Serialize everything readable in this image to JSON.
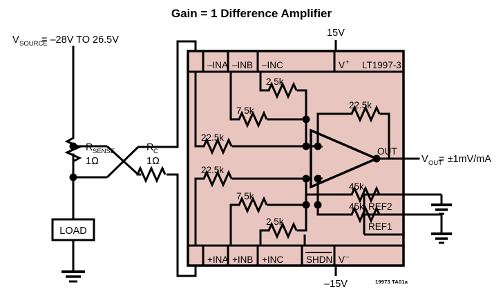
{
  "title": "Gain = 1 Difference Amplifier",
  "figure_code": "19973 TA01a",
  "part": {
    "name": "LT1997-3"
  },
  "source": {
    "label_main": "V",
    "label_sub": "SOURCE",
    "label_value": " = –28V TO 26.5V"
  },
  "supplies": {
    "positive": "15V",
    "negative": "–15V",
    "vplus_pin": "V",
    "vplus_sign": "+",
    "vminus_pin": "V",
    "vminus_sign": "–",
    "shdn_pin": "SHDN"
  },
  "pins": {
    "top": [
      "–INA",
      "–INB",
      "–INC"
    ],
    "bottom": [
      "+INA",
      "+INB",
      "+INC"
    ],
    "output": "OUT",
    "ref2": "REF2",
    "ref1": "REF1"
  },
  "output": {
    "label_main": "V",
    "label_sub": "OUT",
    "label_value": " = ±1mV/mA"
  },
  "external": {
    "rsense_name": "R",
    "rsense_sub": "SENSE",
    "rsense_value": "1Ω",
    "rc_name": "R",
    "rc_sub": "C",
    "rc_value": "1Ω",
    "load": "LOAD"
  },
  "resistors": {
    "top_inc": "2.5k",
    "top_inb": "7.5k",
    "top_ina": "22.5k",
    "bot_ina": "22.5k",
    "bot_inb": "7.5k",
    "bot_inc": "2.5k",
    "feedback": "22.5k",
    "ref2": "45k",
    "ref1": "45k"
  },
  "opamp": {
    "minus": "–",
    "plus": "+"
  },
  "colors": {
    "body_fill": "#e8c6bf",
    "stroke": "#000000",
    "background": "#ffffff"
  }
}
